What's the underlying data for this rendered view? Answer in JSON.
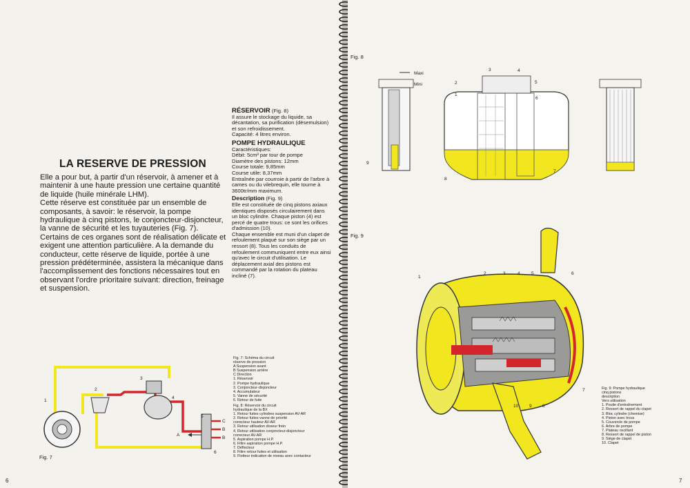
{
  "left": {
    "title": "LA RESERVE DE PRESSION",
    "paragraphs": [
      "Elle a pour but, à partir d'un réservoir, à amener et à maintenir à une haute pression une certaine quantité de liquide (huile minérale LHM).",
      "Cette réserve est constituée par un ensemble de composants, à savoir: le réservoir, la pompe hydraulique à cinq pistons, le conjoncteur-disjoncteur, la vanne de sécurité et les tuyauteries (Fig. 7).",
      "Certains de ces organes sont de réalisation délicate et exigent une attention particulière. A la demande du conducteur, cette réserve de liquide, portée à une pression prédéterminée, assistera la mécanique dans l'accomplissement des fonctions nécessaires tout en observant l'ordre prioritaire suivant: direction, freinage et suspension."
    ],
    "reservoir_heading": "RÉSERVOIR",
    "reservoir_ref": "(Fig. 8)",
    "reservoir_text": "Il assure le stockage du liquide, sa décantation, sa purification (désemulsion) et son refroidissement.",
    "reservoir_capacity": "Capacité: 4 litres environ.",
    "pompe_heading": "POMPE HYDRAULIQUE",
    "pompe_specs": [
      "Caractéristiques:",
      "Débit: 5cm³ par tour de pompe",
      "Diamètre des pistons: 12mm",
      "Course totale: 9,85mm",
      "Course utile: 8,37mm",
      "Entraînée par courroie à partir de l'arbre à cames ou du vilebrequin, elle tourne à 3600tr/mm maximum."
    ],
    "description_heading": "Description",
    "description_ref": "(Fig. 9)",
    "description_text": [
      "Elle est constituée de cinq pistons axiaux identiques disposés circulairement dans un bloc cylindre. Chaque piston (4) est percé de quatre trous: ce sont les orifices d'admission (10).",
      "Chaque ensemble est muni d'un clapet de refoulement plaqué sur son siège par un ressort (8). Tous les conduits de refoulement communiquent entre eux ainsi qu'avec le circuit d'utilisation. Le déplacement axial des pistons est commandé par la rotation du plateau incliné (7)."
    ],
    "fig7_caption": [
      "Fig. 7: Schéma du circuit",
      "réserve de pression",
      "A Suspension avant",
      "B Suspension arrière",
      "C Direction",
      "1. Réservoir",
      "2. Pompe hydraulique",
      "3. Conjoncteur-disjoncteur",
      "4. Accumulateur",
      "5. Vanne de sécurité",
      "6. Retour de fuite"
    ],
    "fig8_caption": [
      "Fig. 8: Réservoir du circuit",
      "hydraulique de la BX",
      "1. Retour fuites cylindres suspension AV-AR",
      "2. Retour fuites vanne de priorité",
      "   correcteur hauteur AV-AR",
      "3. Retour utilisation doseur frein",
      "4. Retour utilisation conjoncteur-disjoncteur",
      "   correcteur AV-AR",
      "5. Aspiration pompe H.P.",
      "6. Filtre aspiration pompe H.P.",
      "7. Déflecteur",
      "8. Filtre retour fuites et utilisation",
      "9. Flotteur indication de niveau avec contacteur"
    ],
    "fig7_label": "Fig. 7",
    "page_number": "6",
    "fig7_letters": [
      "C",
      "B",
      "A",
      "B"
    ],
    "fig7_markers": [
      "1",
      "2",
      "3",
      "4",
      "5",
      "6"
    ]
  },
  "right": {
    "fig8_label": "Fig. 8",
    "fig8_maxi": "Maxi",
    "fig8_mini": "Mini",
    "fig9_label": "Fig. 9",
    "fig9_caption": [
      "Fig. 9: Pompe hydraulique",
      "cinq pistons",
      "description",
      "Vers utilisation",
      "1. Poulie d'entraînement",
      "2. Ressort de rappel du clapet",
      "3. Bloc cylindre (chemise)",
      "4. Piston avec trous",
      "5. Couvercle de pompe",
      "6. Arbre de pompe",
      "7. Plateau oscillant",
      "8. Ressort de rappel de piston",
      "9. Siège de clapet",
      "10. Clapet"
    ],
    "page_number": "7",
    "fig8_markers": [
      "1",
      "2",
      "3",
      "4",
      "5",
      "6",
      "7",
      "8",
      "9"
    ],
    "fig9_markers": [
      "1",
      "2",
      "3",
      "4",
      "5",
      "6",
      "7",
      "8",
      "9",
      "10"
    ]
  },
  "colors": {
    "yellow": "#f2e61e",
    "red": "#d4242c",
    "grey": "#a9aaa8"
  }
}
